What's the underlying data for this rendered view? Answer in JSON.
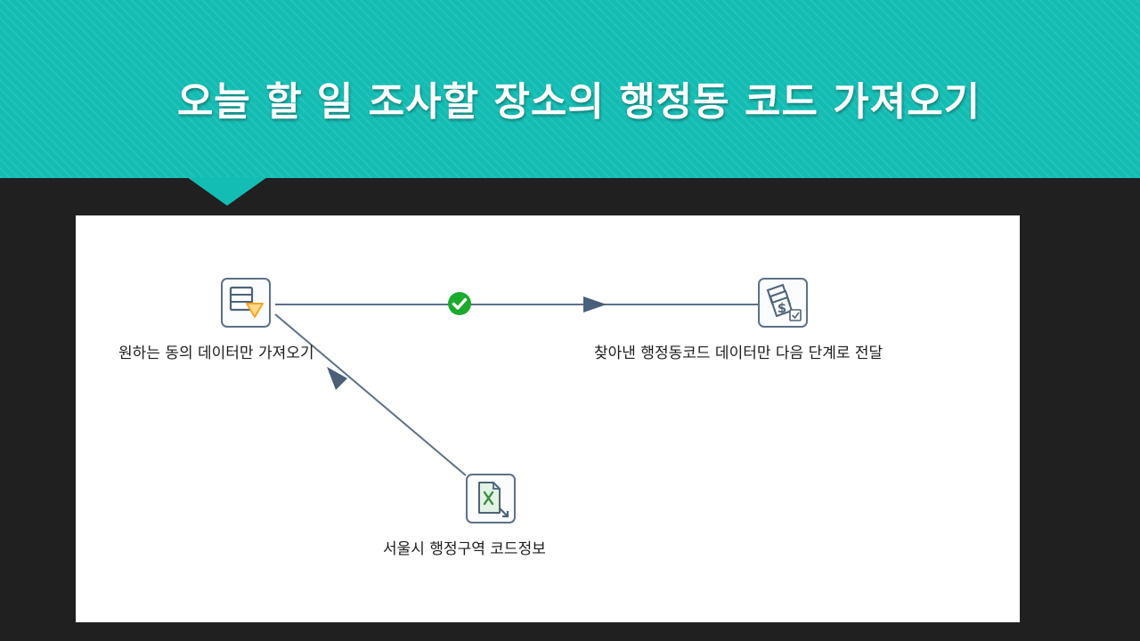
{
  "slide": {
    "title": "오늘 할 일 조사할 장소의 행정동 코드 가져오기"
  },
  "flow": {
    "steps": [
      {
        "id": "filter",
        "label": "원하는 동의 데이터만 가져오기",
        "icon": "filter-rows-icon"
      },
      {
        "id": "output",
        "label": "찾아낸 행정동코드 데이터만 다음 단계로 전달",
        "icon": "copy-rows-to-result-icon"
      },
      {
        "id": "input",
        "label": "서울시 행정구역 코드정보",
        "icon": "excel-input-icon"
      }
    ],
    "hops": [
      {
        "from": "input",
        "to": "filter",
        "status": ""
      },
      {
        "from": "filter",
        "to": "output",
        "status": "ok"
      }
    ]
  },
  "colors": {
    "banner": "#14bdb3",
    "background": "#202020",
    "hop_line": "#5d7187",
    "ok": "#1aab2c",
    "filter_accent": "#f5a623"
  }
}
